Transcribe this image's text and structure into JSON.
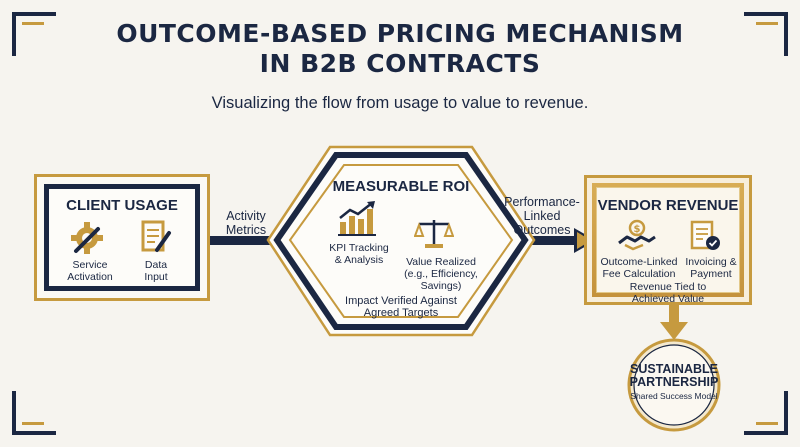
{
  "title_line1": "OUTCOME-BASED PRICING MECHANISM",
  "title_line2": "IN B2B CONTRACTS",
  "subtitle": "Visualizing the flow from usage to value to revenue.",
  "client": {
    "title": "CLIENT USAGE",
    "item1_line1": "Service",
    "item1_line2": "Activation",
    "item2_line1": "Data",
    "item2_line2": "Input"
  },
  "arrow1": {
    "line1": "Activity",
    "line2": "Metrics"
  },
  "roi": {
    "title": "MEASURABLE ROI",
    "kpi_line1": "KPI Tracking",
    "kpi_line2": "& Analysis",
    "value_line1": "Value Realized",
    "value_line2": "(e.g., Efficiency,",
    "value_line3": "Savings)",
    "impact_line1": "Impact Verified Against",
    "impact_line2": "Agreed Targets"
  },
  "arrow2": {
    "line1": "Performance-",
    "line2": "Linked",
    "line3": "Outcomes"
  },
  "vendor": {
    "title": "VENDOR REVENUE",
    "item1_line1": "Outcome-Linked",
    "item1_line2": "Fee Calculation",
    "item2_line1": "Invoicing &",
    "item2_line2": "Payment",
    "tied_line1": "Revenue Tied to",
    "tied_line2": "Achieved Value"
  },
  "partnership": {
    "line1": "SUSTAINABLE",
    "line2": "PARTNERSHIP",
    "line3": "Shared Success Model"
  },
  "colors": {
    "navy": "#1b2742",
    "gold": "#c69a3f",
    "background": "#f6f4ef"
  }
}
